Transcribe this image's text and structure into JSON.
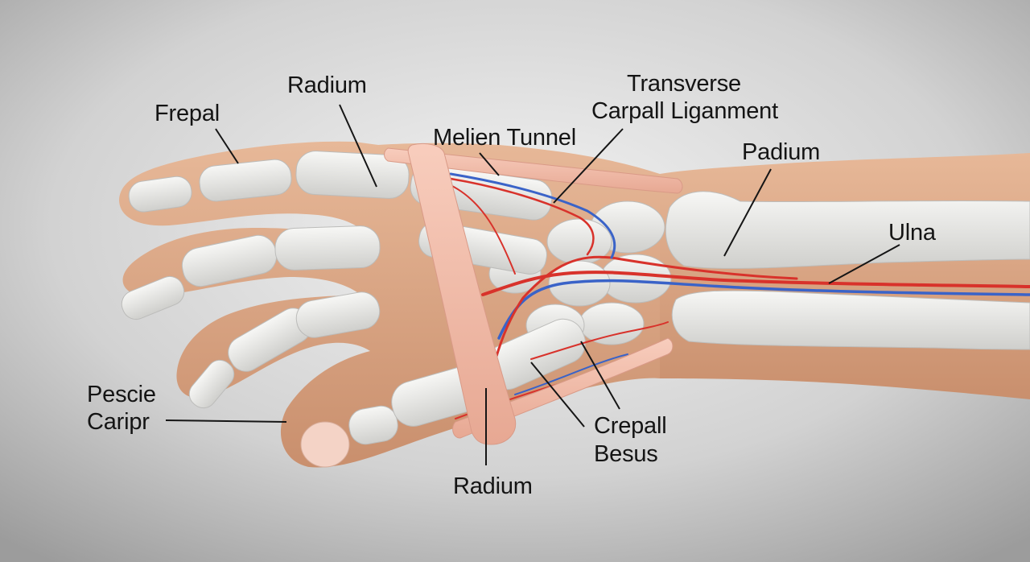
{
  "labels": {
    "frepal": "Frepal",
    "radium_top": "Radium",
    "melien_tunnel": "Melien Tunnel",
    "transverse_line1": "Transverse",
    "transverse_line2": "Carpall Liganment",
    "padium": "Padium",
    "ulna": "Ulna",
    "pescie_line1": "Pescie",
    "pescie_line2": "Caripr",
    "crepall_line1": "Crepall",
    "crepall_line2": "Besus",
    "radium_bottom": "Radium"
  },
  "colors": {
    "background_light": "#efefef",
    "background_dark": "#9a9a9a",
    "skin": "#d9a583",
    "bone": "#e8e8e6",
    "ligament": "#f0b8a6",
    "artery": "#d8322b",
    "vein": "#3a63c8",
    "leader_line": "#151515"
  }
}
